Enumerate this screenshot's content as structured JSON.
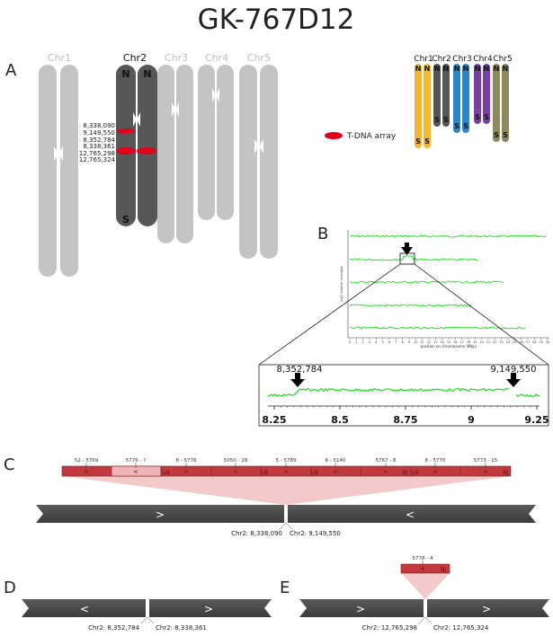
{
  "title": "GK-767D12",
  "panels": {
    "a": "A",
    "b": "B",
    "c": "C",
    "d": "D",
    "e": "E"
  },
  "panel_a": {
    "chromosomes": [
      {
        "name": "Chr1",
        "highlight": false
      },
      {
        "name": "Chr2",
        "highlight": true
      },
      {
        "name": "Chr3",
        "highlight": false
      },
      {
        "name": "Chr4",
        "highlight": false
      },
      {
        "name": "Chr5",
        "highlight": false
      }
    ],
    "chr2_arm_labels": {
      "north": "N",
      "south": "S"
    },
    "positions": [
      "8,338,090",
      "9,149,550",
      "8,352,784",
      "8,338,361",
      "12,765,298",
      "12,765,324"
    ],
    "legend": {
      "label": "T-DNA array"
    },
    "mini_karyotype": {
      "chromosomes": [
        {
          "name": "Chr1",
          "color": "#f5b731"
        },
        {
          "name": "Chr2",
          "color": "#555555"
        },
        {
          "name": "Chr3",
          "color": "#2a86c8"
        },
        {
          "name": "Chr4",
          "color": "#7a3fa6"
        },
        {
          "name": "Chr5",
          "color": "#8c8a5a"
        }
      ],
      "arm_labels": {
        "north": "N",
        "south": "S"
      }
    }
  },
  "panel_b": {
    "overview": {
      "y_label": "log2 relative coverage",
      "x_label": "position on chromosome (Mbp)",
      "x_ticks": [
        "0",
        "1",
        "2",
        "3",
        "4",
        "5",
        "6",
        "7",
        "8",
        "9",
        "10",
        "11",
        "12",
        "13",
        "14",
        "15",
        "16",
        "17",
        "18",
        "19",
        "20",
        "21",
        "22",
        "23",
        "24",
        "25",
        "26",
        "27",
        "28",
        "29",
        "30"
      ]
    },
    "zoom": {
      "x_ticks": [
        "8.25",
        "8.5",
        "8.75",
        "9",
        "9.25"
      ],
      "breakpoint_left": "8,352,784",
      "breakpoint_right": "9,149,550"
    }
  },
  "panel_c": {
    "segments": [
      "52 - 5769",
      "5776 - ?",
      "8 - 5776",
      "5050 - 28",
      "5 - 5789",
      "6 - 5140",
      "5767 - 8",
      "8 - 5770",
      "5773 - 15"
    ],
    "border_labels": [
      "LB",
      "LB",
      "LB",
      "BJ",
      "LB",
      "BJ"
    ],
    "arrows": [
      ">",
      "<"
    ],
    "junctions": [
      "Chr2: 8,338,090",
      "Chr2: 9,149,550"
    ]
  },
  "panel_d": {
    "arrows": [
      "<",
      ">"
    ],
    "junctions": [
      "Chr2: 8,352,784",
      "Chr2: 8,338,361"
    ]
  },
  "panel_e": {
    "insert_label": "5778 - 4",
    "insert_border": "BJ",
    "arrows": [
      ">",
      ">"
    ],
    "junctions": [
      "Chr2: 12,765,298",
      "Chr2: 12,765,324"
    ]
  },
  "colors": {
    "chromosome_grey": "#c4c4c4",
    "chromosome_highlight": "#575757",
    "tdna": "#e0001b",
    "insert": "#c23a3f",
    "insert_pale": "#f3c9c9",
    "coverage": "#00e100",
    "genome_bar": "#4a4a4a"
  }
}
